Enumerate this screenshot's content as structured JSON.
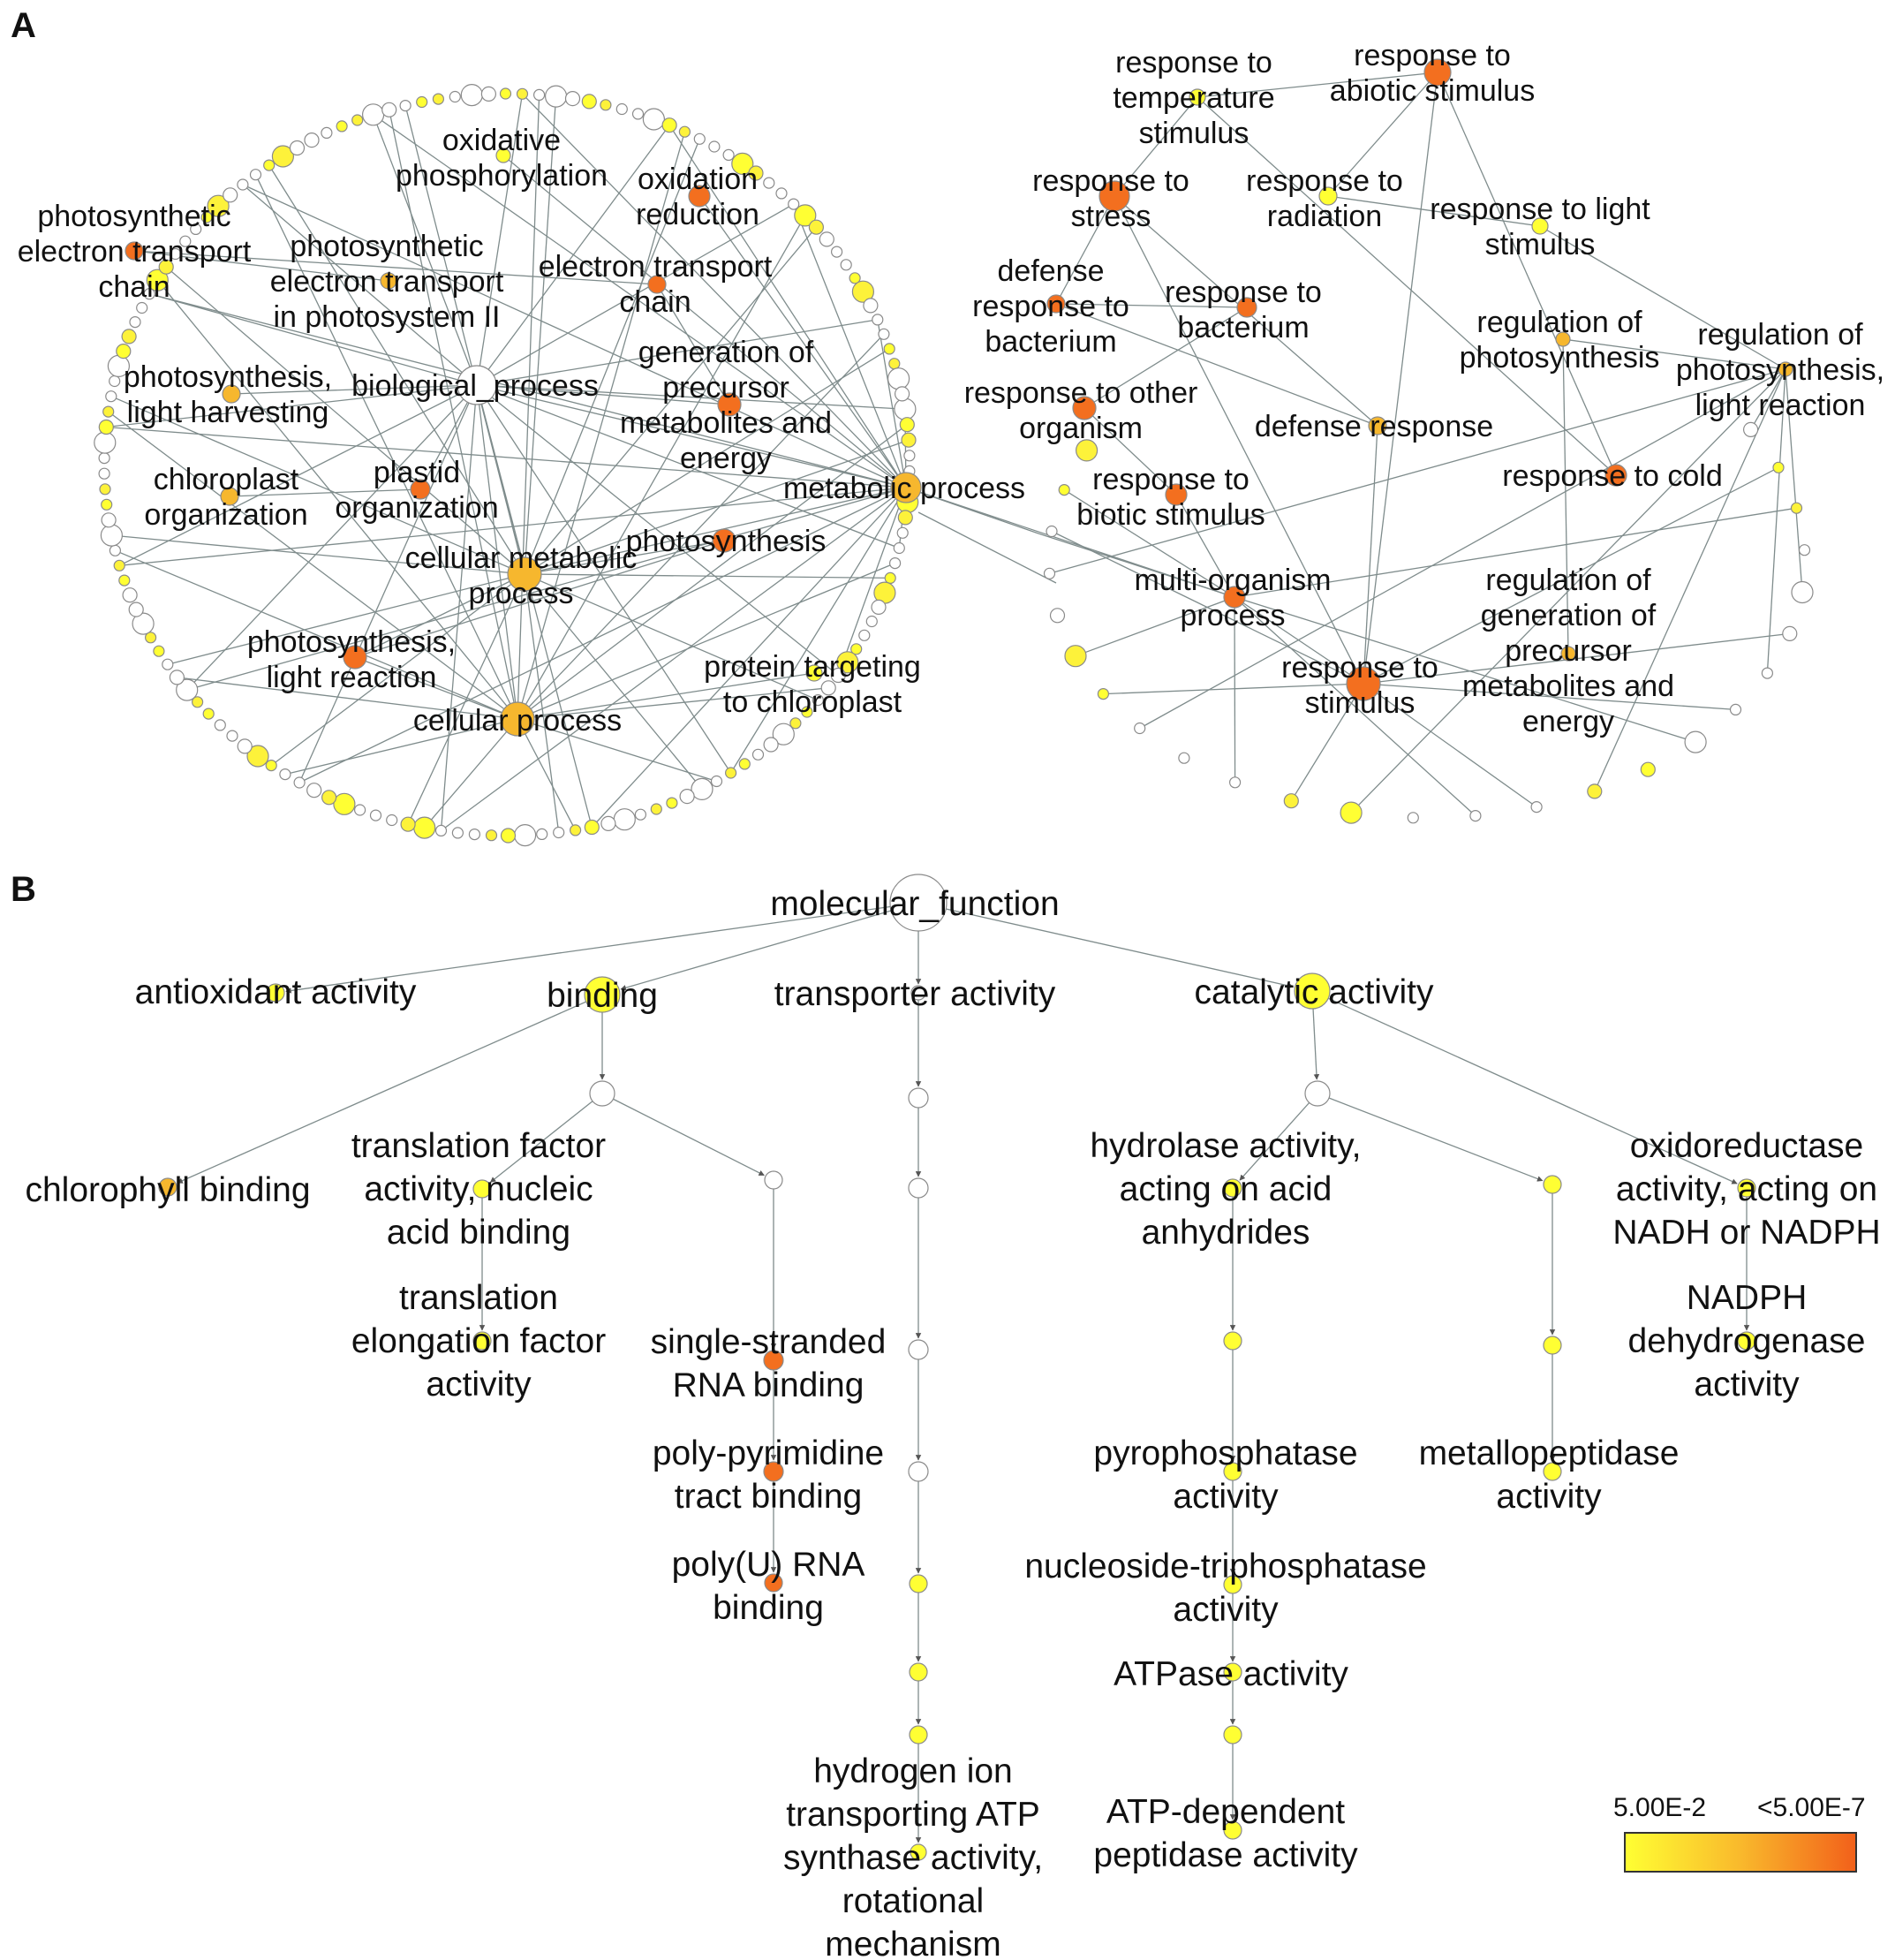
{
  "panels": [
    "A",
    "B"
  ],
  "colors": {
    "low": "#ffff33",
    "mid": "#f6b72e",
    "high": "#f36f1f",
    "none": "#ffffff"
  },
  "legend": {
    "left_label": "5.00E-2",
    "right_label": "<5.00E-7"
  },
  "biological_process": {
    "root": "biological_process",
    "terms": [
      {
        "id": "oxphos",
        "label": [
          "oxidative",
          "phosphorylation"
        ],
        "color": "low"
      },
      {
        "id": "oxred",
        "label": [
          "oxidation",
          "reduction"
        ],
        "color": "high"
      },
      {
        "id": "pet_chain",
        "label": [
          "photosynthetic",
          "electron transport",
          "chain"
        ],
        "color": "high"
      },
      {
        "id": "pet_ps2",
        "label": [
          "photosynthetic",
          "electron transport",
          "in photosystem II"
        ],
        "color": "mid"
      },
      {
        "id": "et_chain",
        "label": [
          "electron transport",
          "chain"
        ],
        "color": "high"
      },
      {
        "id": "gen_precursor",
        "label": [
          "generation of",
          "precursor",
          "metabolites and",
          "energy"
        ],
        "color": "high"
      },
      {
        "id": "bio_proc",
        "label": [
          "biological_process"
        ],
        "color": "none"
      },
      {
        "id": "ps_harvest",
        "label": [
          "photosynthesis,",
          "light harvesting"
        ],
        "color": "mid"
      },
      {
        "id": "chloro_org",
        "label": [
          "chloroplast",
          "organization"
        ],
        "color": "mid"
      },
      {
        "id": "plastid_org",
        "label": [
          "plastid",
          "organization"
        ],
        "color": "high"
      },
      {
        "id": "metabolic",
        "label": [
          "metabolic process"
        ],
        "color": "mid"
      },
      {
        "id": "cell_metab",
        "label": [
          "cellular metabolic",
          "process"
        ],
        "color": "mid"
      },
      {
        "id": "photosynthesis",
        "label": [
          "photosynthesis"
        ],
        "color": "high"
      },
      {
        "id": "ps_light_rxn",
        "label": [
          "photosynthesis,",
          "light reaction"
        ],
        "color": "high"
      },
      {
        "id": "cell_proc",
        "label": [
          "cellular process"
        ],
        "color": "mid"
      },
      {
        "id": "protein_target",
        "label": [
          "protein targeting",
          "to chloroplast"
        ],
        "color": "low"
      },
      {
        "id": "resp_temp",
        "label": [
          "response to",
          "temperature",
          "stimulus"
        ],
        "color": "low"
      },
      {
        "id": "resp_abiotic",
        "label": [
          "response to",
          "abiotic stimulus"
        ],
        "color": "high"
      },
      {
        "id": "resp_stress",
        "label": [
          "response to",
          "stress"
        ],
        "color": "high"
      },
      {
        "id": "resp_radiation",
        "label": [
          "response to",
          "radiation"
        ],
        "color": "low"
      },
      {
        "id": "resp_light",
        "label": [
          "response to light",
          "stimulus"
        ],
        "color": "low"
      },
      {
        "id": "def_bacterium",
        "label": [
          "defense",
          "response to",
          "bacterium"
        ],
        "color": "high"
      },
      {
        "id": "resp_bacterium",
        "label": [
          "response to",
          "bacterium"
        ],
        "color": "high"
      },
      {
        "id": "reg_ps",
        "label": [
          "regulation of",
          "photosynthesis"
        ],
        "color": "mid"
      },
      {
        "id": "reg_ps_light",
        "label": [
          "regulation of",
          "photosynthesis,",
          "light reaction"
        ],
        "color": "mid"
      },
      {
        "id": "resp_other_org",
        "label": [
          "response to other",
          "organism"
        ],
        "color": "high"
      },
      {
        "id": "def_resp",
        "label": [
          "defense response"
        ],
        "color": "mid"
      },
      {
        "id": "resp_biotic",
        "label": [
          "response to",
          "biotic stimulus"
        ],
        "color": "high"
      },
      {
        "id": "resp_cold",
        "label": [
          "response to cold"
        ],
        "color": "high"
      },
      {
        "id": "multi_org",
        "label": [
          "multi-organism",
          "process"
        ],
        "color": "high"
      },
      {
        "id": "reg_gen_precursor",
        "label": [
          "regulation of",
          "generation of",
          "precursor",
          "metabolites and",
          "energy"
        ],
        "color": "mid"
      },
      {
        "id": "resp_stimulus",
        "label": [
          "response to",
          "stimulus"
        ],
        "color": "high"
      }
    ]
  },
  "molecular_function": {
    "root": "molecular_function",
    "terms": [
      {
        "id": "antioxidant",
        "label": [
          "antioxidant activity"
        ],
        "color": "low"
      },
      {
        "id": "binding",
        "label": [
          "binding"
        ],
        "color": "low"
      },
      {
        "id": "transporter",
        "label": [
          "transporter activity"
        ],
        "color": "none"
      },
      {
        "id": "catalytic",
        "label": [
          "catalytic activity"
        ],
        "color": "low"
      },
      {
        "id": "chlorophyll",
        "label": [
          "chlorophyll binding"
        ],
        "color": "mid"
      },
      {
        "id": "transl_factor",
        "label": [
          "translation factor",
          "activity, nucleic",
          "acid binding"
        ],
        "color": "low"
      },
      {
        "id": "transl_elong",
        "label": [
          "translation",
          "elongation factor",
          "activity"
        ],
        "color": "low"
      },
      {
        "id": "ssRNA",
        "label": [
          "single-stranded",
          "RNA binding"
        ],
        "color": "high"
      },
      {
        "id": "polypyr",
        "label": [
          "poly-pyrimidine",
          "tract binding"
        ],
        "color": "high"
      },
      {
        "id": "polyU",
        "label": [
          "poly(U) RNA",
          "binding"
        ],
        "color": "high"
      },
      {
        "id": "h_ion",
        "label": [
          "hydrogen ion",
          "transporting ATP",
          "synthase activity,",
          "rotational",
          "mechanism"
        ],
        "color": "low"
      },
      {
        "id": "hydrolase",
        "label": [
          "hydrolase activity,",
          "acting on acid",
          "anhydrides"
        ],
        "color": "low"
      },
      {
        "id": "pyrophos",
        "label": [
          "pyrophosphatase",
          "activity"
        ],
        "color": "low"
      },
      {
        "id": "ntpase",
        "label": [
          "nucleoside-triphosphatase",
          "activity"
        ],
        "color": "low"
      },
      {
        "id": "atpase",
        "label": [
          "ATPase activity"
        ],
        "color": "low"
      },
      {
        "id": "atp_peptidase",
        "label": [
          "ATP-dependent",
          "peptidase activity"
        ],
        "color": "low"
      },
      {
        "id": "metallopep",
        "label": [
          "metallopeptidase",
          "activity"
        ],
        "color": "low"
      },
      {
        "id": "oxidoreductase",
        "label": [
          "oxidoreductase",
          "activity, acting on",
          "NADH or NADPH"
        ],
        "color": "low"
      },
      {
        "id": "nadph_dh",
        "label": [
          "NADPH",
          "dehydrogenase",
          "activity"
        ],
        "color": "low"
      }
    ]
  }
}
